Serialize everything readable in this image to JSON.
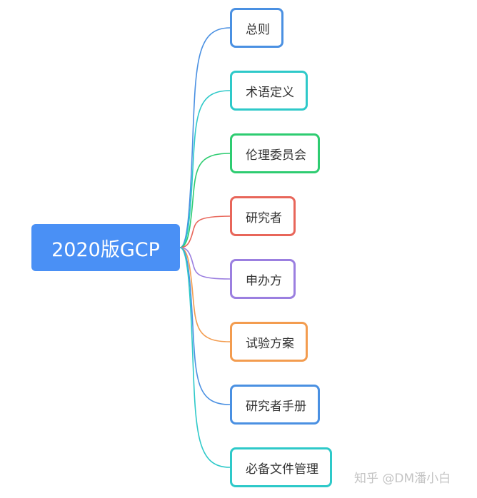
{
  "root": {
    "label": "2020版GCP",
    "color": "#4a90f5"
  },
  "branches": [
    {
      "label": "总则",
      "color": "#4a90e2"
    },
    {
      "label": "术语定义",
      "color": "#2ec9c9"
    },
    {
      "label": "伦理委员会",
      "color": "#2ecc71"
    },
    {
      "label": "研究者",
      "color": "#e8665a"
    },
    {
      "label": "申办方",
      "color": "#9b7fe0"
    },
    {
      "label": "试验方案",
      "color": "#f39c4f"
    },
    {
      "label": "研究者手册",
      "color": "#4a90e2"
    },
    {
      "label": "必备文件管理",
      "color": "#2ec9c9"
    }
  ],
  "watermark": "知乎 @DM潘小白"
}
